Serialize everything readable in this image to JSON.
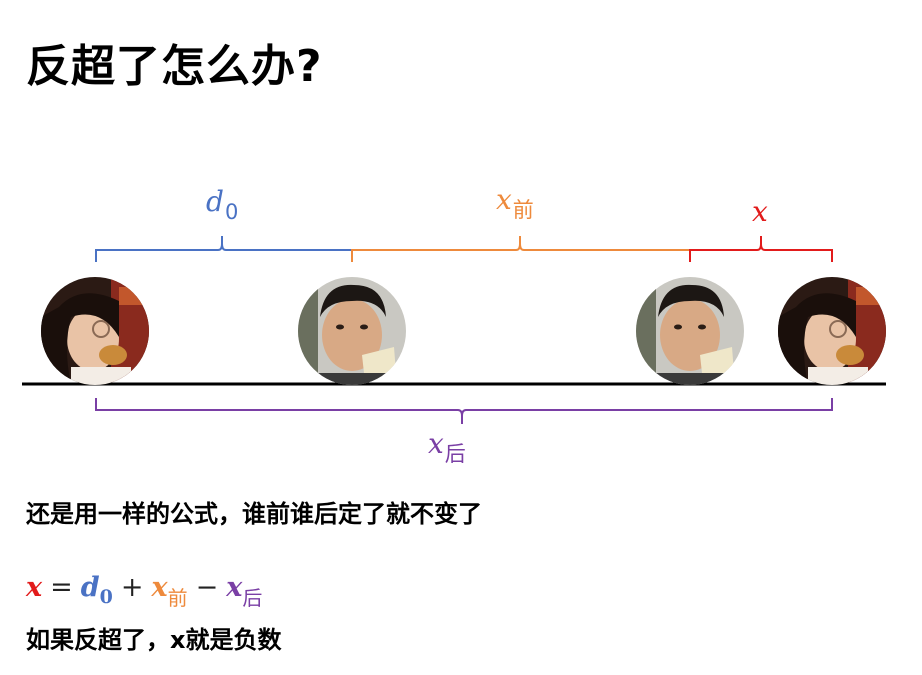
{
  "title": "反超了怎么办?",
  "colors": {
    "blue": "#4a72c4",
    "orange": "#ee8a3c",
    "red": "#e21b1b",
    "purple": "#7a3fa5"
  },
  "labels": {
    "d0": {
      "base": "d",
      "sub": "0"
    },
    "x_qian": {
      "base": "x",
      "sub": "前"
    },
    "x": {
      "base": "x"
    },
    "x_hou": {
      "base": "x",
      "sub": "后"
    }
  },
  "avatars": [
    {
      "name": "girl",
      "icon": "girl-eating-avatar"
    },
    {
      "name": "boy",
      "icon": "boy-eating-avatar"
    },
    {
      "name": "boy",
      "icon": "boy-eating-avatar"
    },
    {
      "name": "girl",
      "icon": "girl-eating-avatar"
    }
  ],
  "text": {
    "line1": "还是用一样的公式，谁前谁后定了就不变了",
    "line2": "如果反超了，x就是负数"
  },
  "formula": {
    "lhs": "x",
    "eq": "=",
    "d": "d",
    "d_sub": "0",
    "plus": "+",
    "xq": "x",
    "xq_sub": "前",
    "minus": "−",
    "xh": "x",
    "xh_sub": "后"
  }
}
